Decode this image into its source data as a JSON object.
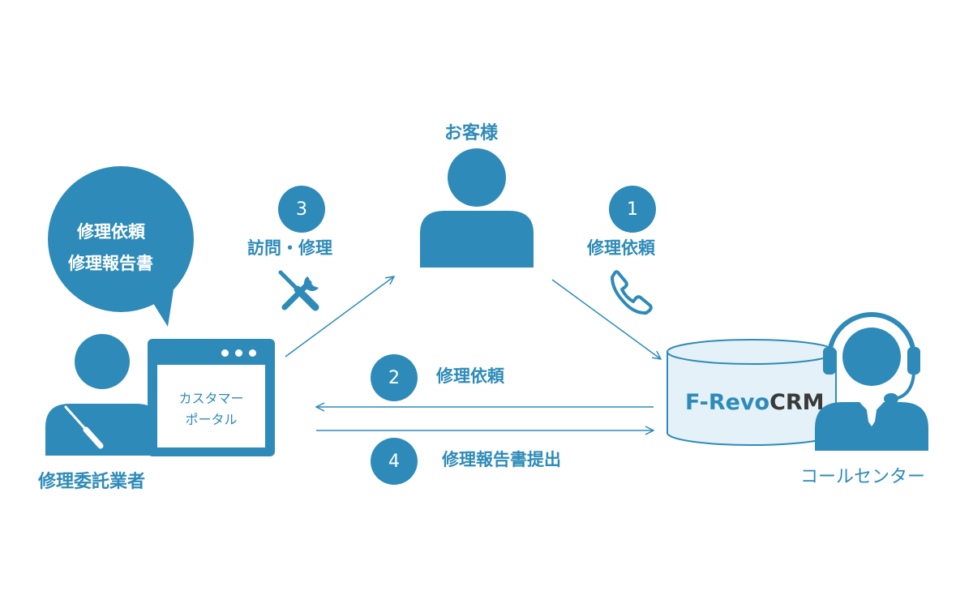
{
  "colors": {
    "primary": "#2e8bb9",
    "white": "#ffffff",
    "db_fill": "#e4f1f8",
    "logo_dark": "#3a3a3a"
  },
  "customer": {
    "label": "お客様"
  },
  "contractor": {
    "label": "修理委託業者",
    "bubble_line1": "修理依頼",
    "bubble_line2": "修理報告書",
    "portal_line1": "カスタマー",
    "portal_line2": "ポータル"
  },
  "callcenter": {
    "label": "コールセンター",
    "logo_part1": "F-Revo",
    "logo_part2": "CRM"
  },
  "steps": [
    {
      "number": "1",
      "label": "修理依頼",
      "icon": "phone-icon"
    },
    {
      "number": "2",
      "label": "修理依頼"
    },
    {
      "number": "3",
      "label": "訪問・修理",
      "icon": "tools-icon"
    },
    {
      "number": "4",
      "label": "修理報告書提出"
    }
  ]
}
